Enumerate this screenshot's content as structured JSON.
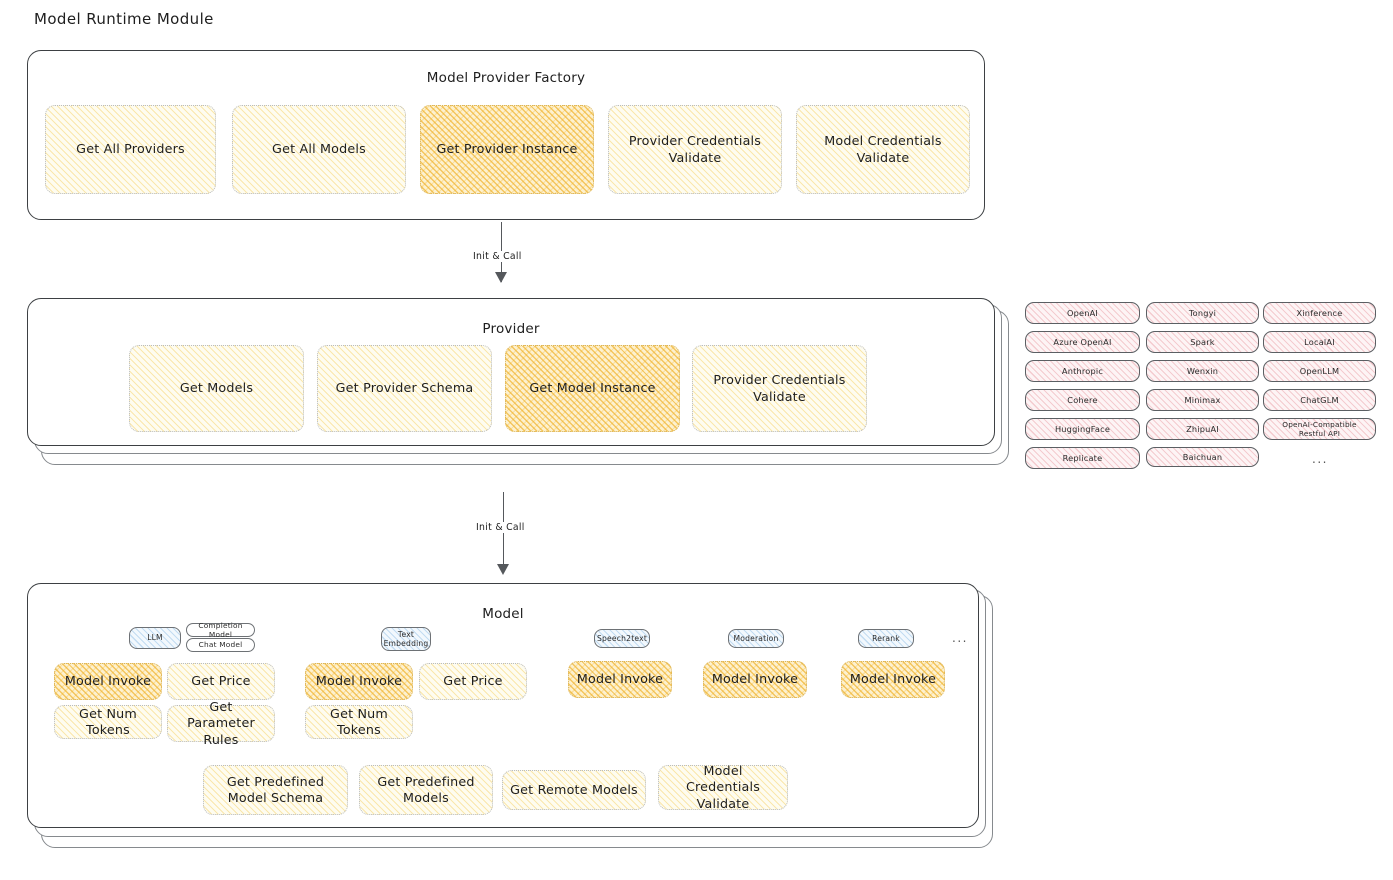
{
  "page_title": "Model Runtime Module",
  "factory": {
    "title": "Model Provider Factory",
    "nodes": [
      {
        "label": "Get All Providers",
        "highlighted": false
      },
      {
        "label": "Get All Models",
        "highlighted": false
      },
      {
        "label": "Get Provider Instance",
        "highlighted": true
      },
      {
        "label": "Provider Credentials Validate",
        "highlighted": false
      },
      {
        "label": "Model Credentials Validate",
        "highlighted": false
      }
    ]
  },
  "arrows": [
    {
      "label": "Init & Call",
      "from": "Model Provider Factory",
      "to": "Provider"
    },
    {
      "label": "Init & Call",
      "from": "Provider",
      "to": "Model"
    }
  ],
  "provider": {
    "title": "Provider",
    "nodes": [
      {
        "label": "Get Models",
        "highlighted": false
      },
      {
        "label": "Get Provider Schema",
        "highlighted": false
      },
      {
        "label": "Get Model Instance",
        "highlighted": true
      },
      {
        "label": "Provider Credentials Validate",
        "highlighted": false
      }
    ]
  },
  "provider_list": {
    "columns": [
      [
        "OpenAI",
        "Azure OpenAI",
        "Anthropic",
        "Cohere",
        "HuggingFace",
        "Replicate"
      ],
      [
        "Tongyi",
        "Spark",
        "Wenxin",
        "Minimax",
        "ZhipuAI",
        "Baichuan"
      ],
      [
        "Xinference",
        "LocalAI",
        "OpenLLM",
        "ChatGLM",
        "OpenAI-Compatible Restful API"
      ]
    ],
    "more": "..."
  },
  "model": {
    "title": "Model",
    "more": "...",
    "types": [
      {
        "badge": "LLM",
        "sub_badges": [
          "Completion Model",
          "Chat Model"
        ],
        "methods": [
          {
            "label": "Model Invoke",
            "highlighted": true
          },
          {
            "label": "Get Price",
            "highlighted": false
          },
          {
            "label": "Get Num Tokens",
            "highlighted": false
          },
          {
            "label": "Get Parameter Rules",
            "highlighted": false
          }
        ]
      },
      {
        "badge": "Text Embedding",
        "sub_badges": [],
        "methods": [
          {
            "label": "Model Invoke",
            "highlighted": true
          },
          {
            "label": "Get Price",
            "highlighted": false
          },
          {
            "label": "Get Num Tokens",
            "highlighted": false
          }
        ]
      },
      {
        "badge": "Speech2text",
        "sub_badges": [],
        "methods": [
          {
            "label": "Model Invoke",
            "highlighted": true
          }
        ]
      },
      {
        "badge": "Moderation",
        "sub_badges": [],
        "methods": [
          {
            "label": "Model Invoke",
            "highlighted": true
          }
        ]
      },
      {
        "badge": "Rerank",
        "sub_badges": [],
        "methods": [
          {
            "label": "Model Invoke",
            "highlighted": true
          }
        ]
      }
    ],
    "common_methods": [
      {
        "label": "Get Predefined Model Schema"
      },
      {
        "label": "Get Predefined Models"
      },
      {
        "label": "Get Remote Models"
      },
      {
        "label": "Model Credentials Validate"
      }
    ]
  },
  "colors": {
    "accent_yellow": "#f0b228",
    "accent_yellow_light": "#f5c846",
    "accent_pink": "#e27882",
    "accent_blue": "#64a5dc",
    "stroke": "#3d4043",
    "background": "#ffffff"
  }
}
